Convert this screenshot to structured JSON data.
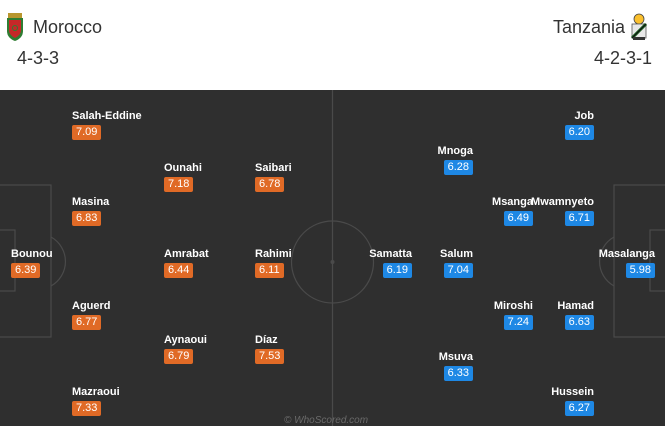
{
  "home": {
    "name": "Morocco",
    "formation": "4-3-3",
    "color": "#e06a26",
    "crest_icon": "morocco-crest-icon",
    "players": [
      {
        "name": "Salah-Eddine",
        "rating": "7.09"
      },
      {
        "name": "Ounahi",
        "rating": "7.18"
      },
      {
        "name": "Saibari",
        "rating": "6.78"
      },
      {
        "name": "Masina",
        "rating": "6.83"
      },
      {
        "name": "Bounou",
        "rating": "6.39"
      },
      {
        "name": "Amrabat",
        "rating": "6.44"
      },
      {
        "name": "Rahimi",
        "rating": "6.11"
      },
      {
        "name": "Aguerd",
        "rating": "6.77"
      },
      {
        "name": "Aynaoui",
        "rating": "6.79"
      },
      {
        "name": "Díaz",
        "rating": "7.53"
      },
      {
        "name": "Mazraoui",
        "rating": "7.33"
      }
    ]
  },
  "away": {
    "name": "Tanzania",
    "formation": "4-2-3-1",
    "color": "#1e88e5",
    "crest_icon": "tanzania-crest-icon",
    "players": [
      {
        "name": "Job",
        "rating": "6.20"
      },
      {
        "name": "Mnoga",
        "rating": "6.28"
      },
      {
        "name": "Msanga",
        "rating": "6.49"
      },
      {
        "name": "Mwamnyeto",
        "rating": "6.71"
      },
      {
        "name": "Samatta",
        "rating": "6.19"
      },
      {
        "name": "Salum",
        "rating": "7.04"
      },
      {
        "name": "Masalanga",
        "rating": "5.98"
      },
      {
        "name": "Miroshi",
        "rating": "7.24"
      },
      {
        "name": "Hamad",
        "rating": "6.63"
      },
      {
        "name": "Msuva",
        "rating": "6.33"
      },
      {
        "name": "Hussein",
        "rating": "6.27"
      }
    ]
  },
  "watermark": "© WhoScored.com"
}
